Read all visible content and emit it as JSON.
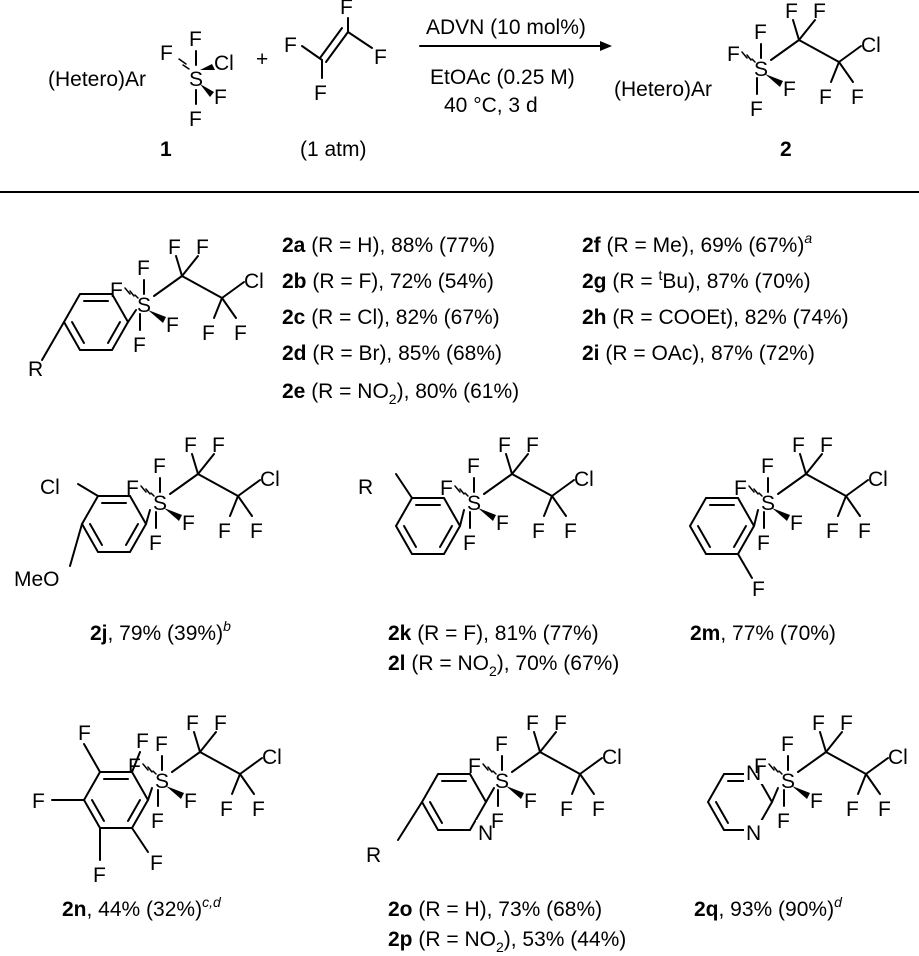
{
  "colors": {
    "sulfur": "#e8141b",
    "fluorine_cf2": "#1620d8",
    "chloro_aryl": "#1f9a32",
    "text": "#000000"
  },
  "reaction": {
    "reactant1": {
      "group": "(Hetero)Ar",
      "number": "1"
    },
    "plus": "+",
    "reactant2_pressure": "(1 atm)",
    "conditions": [
      "ADVN (10 mol%)",
      "EtOAc (0.25 M)",
      "40 °C, 3 d"
    ],
    "product": {
      "group": "(Hetero)Ar",
      "number": "2"
    }
  },
  "atoms": {
    "S": "S",
    "F": "F",
    "Cl": "Cl",
    "N": "N",
    "R": "R",
    "MeO": "MeO"
  },
  "results_para": [
    {
      "id": "2a",
      "text": " (R = H), 88% (77%)"
    },
    {
      "id": "2b",
      "text": " (R = F), 72% (54%)"
    },
    {
      "id": "2c",
      "text": " (R = Cl), 82% (67%)"
    },
    {
      "id": "2d",
      "text": " (R = Br), 85% (68%)"
    },
    {
      "id": "2e",
      "pre": " (R = NO",
      "sub": "2",
      "post": "), 80% (61%)"
    },
    {
      "id": "2f",
      "text": " (R = Me), 69% (67%)",
      "note": "a"
    },
    {
      "id": "2g",
      "pre": " (R = ",
      "sup": "t",
      "post": "Bu), 87% (70%)"
    },
    {
      "id": "2h",
      "text": " (R = COOEt), 82% (74%)"
    },
    {
      "id": "2i",
      "text": " (R = OAc), 87% (72%)"
    }
  ],
  "row2": {
    "2j": {
      "id": "2j",
      "text": ", 79% (39%)",
      "note": "b"
    },
    "2k": {
      "id": "2k",
      "text": " (R = F), 81% (77%)"
    },
    "2l": {
      "id": "2l",
      "pre": " (R = NO",
      "sub": "2",
      "post": "), 70% (67%)"
    },
    "2m": {
      "id": "2m",
      "text": ", 77% (70%)"
    }
  },
  "row3": {
    "2n": {
      "id": "2n",
      "text": ", 44% (32%)",
      "note": "c,d"
    },
    "2o": {
      "id": "2o",
      "text": " (R = H), 73% (68%)"
    },
    "2p": {
      "id": "2p",
      "pre": " (R = NO",
      "sub": "2",
      "post": "), 53% (44%)"
    },
    "2q": {
      "id": "2q",
      "text": ", 93% (90%)",
      "note": "d"
    }
  }
}
